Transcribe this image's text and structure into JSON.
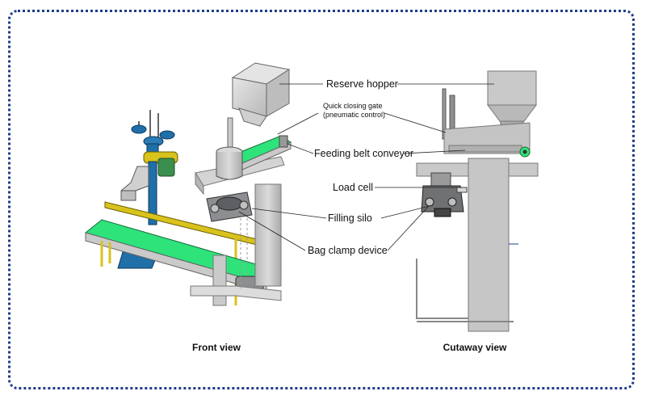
{
  "labels": {
    "reserve_hopper": "Reserve hopper",
    "gate_line1": "Quick closing gate",
    "gate_line2": "(pneumatic control)",
    "feeding_belt": "Feeding belt conveyor",
    "load_cell": "Load cell",
    "filling_silo": "Filling silo",
    "bag_clamp": "Bag clamp device"
  },
  "captions": {
    "front": "Front view",
    "cutaway": "Cutaway view"
  },
  "colors": {
    "frame": "#1f3c8a",
    "belt": "#2ee37a",
    "steel": "#c9cac9",
    "dark_steel": "#7d7f82",
    "yellow": "#d8c21c",
    "blue": "#1f6fa8"
  }
}
